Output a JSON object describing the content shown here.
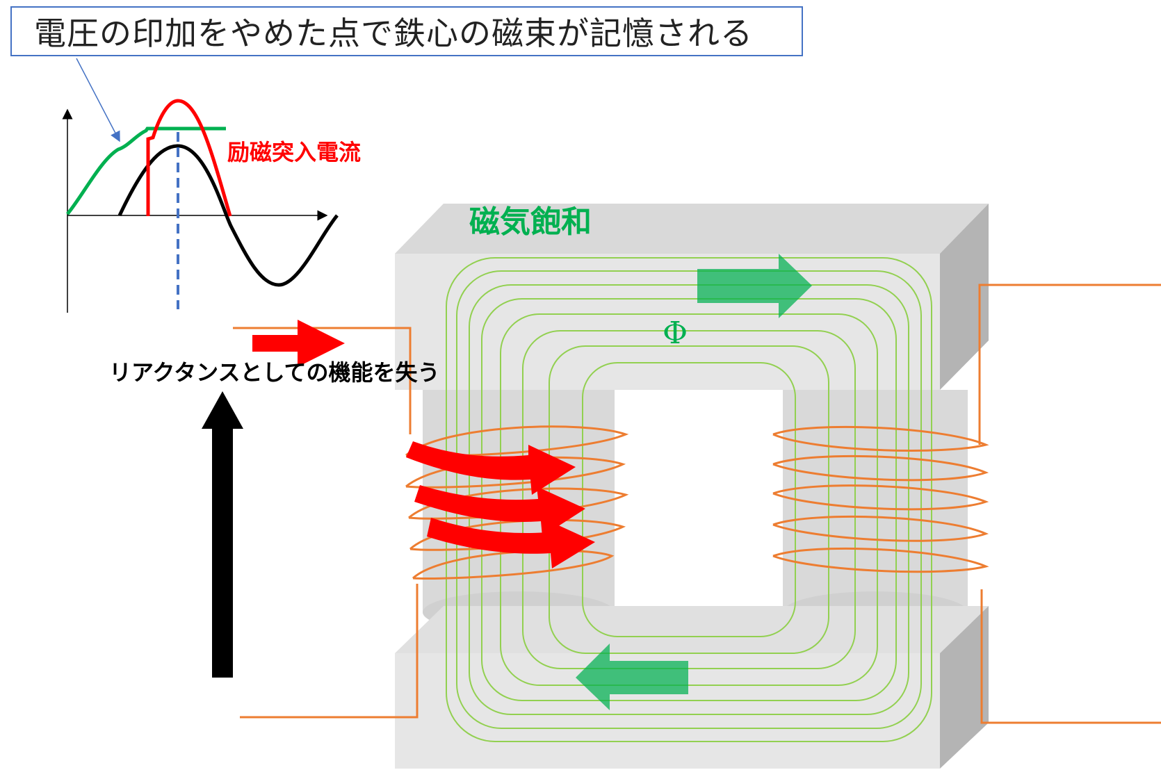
{
  "callout": {
    "text": "電圧の印加をやめた点で鉄心の磁束が記憶される"
  },
  "labels": {
    "inrush_current": "励磁突入電流",
    "magnetic_saturation": "磁気飽和",
    "flux_symbol": "Φ",
    "reactance_loss": "リアクタンスとしての機能を失う"
  },
  "colors": {
    "inrush": "#ff0000",
    "flux_green": "#00b050",
    "flux_lines": "#92d050",
    "coil": "#ed7d31",
    "callout_border": "#4472c4",
    "core": "#e3e3e3",
    "core_side": "#b8b8b8",
    "dashed": "#4472c4"
  }
}
